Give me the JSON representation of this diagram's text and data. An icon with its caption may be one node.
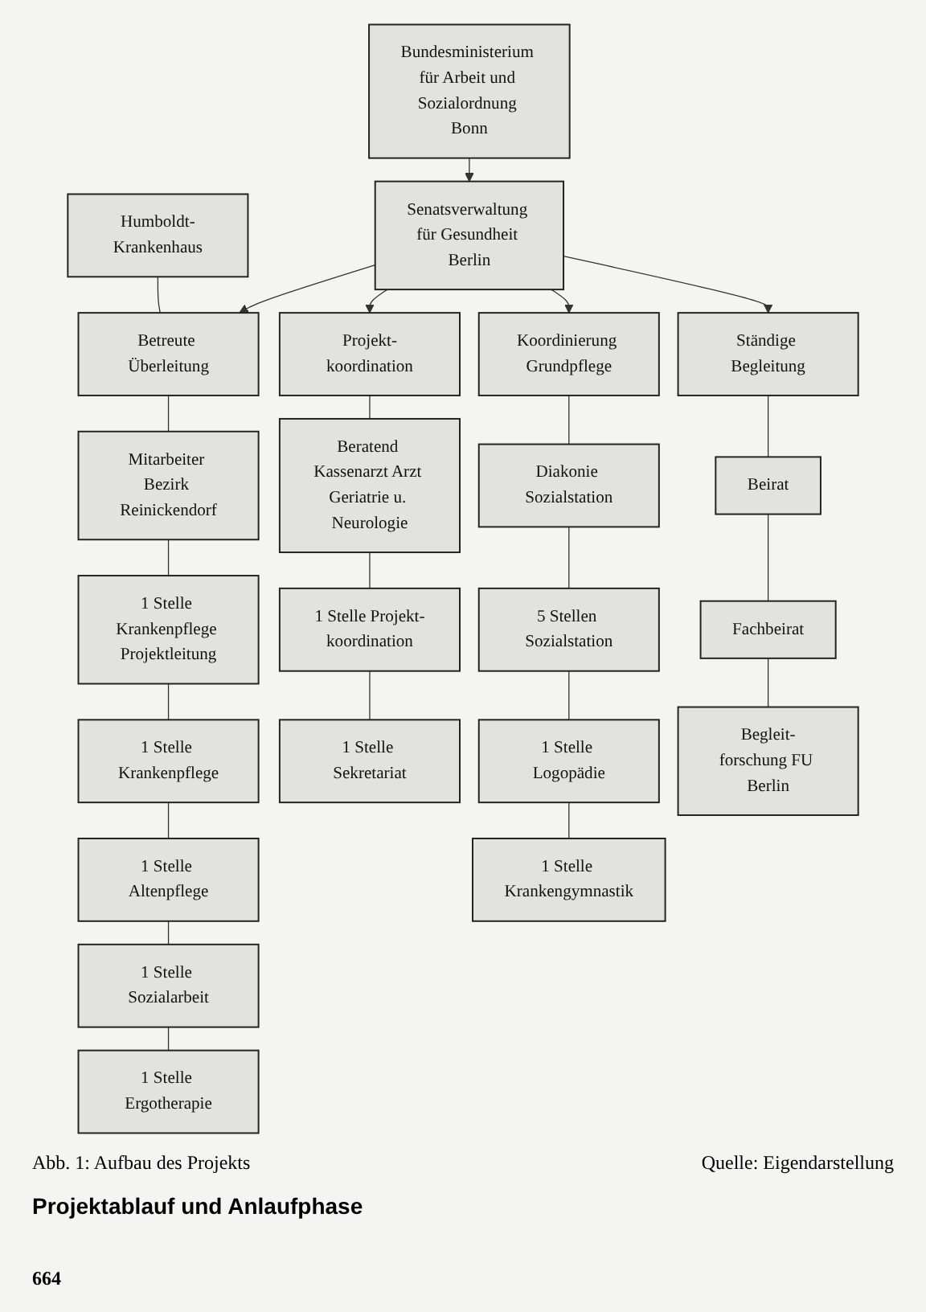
{
  "diagram": {
    "caption": "Abb. 1: Aufbau des Projekts",
    "nodes": [
      {
        "text": [
          "Bundesministerium für Arbeit und Sozialordnung Bonn"
        ]
      },
      {
        "text": [
          "Senatsverwaltung für Gesundheit Berlin"
        ]
      },
      {
        "text": [
          "Humboldt-Krankenhaus"
        ]
      },
      {
        "text": [
          "Betreute Überleitung"
        ]
      },
      {
        "text": [
          "Mitarbeiter Bezirk Reinickendorf"
        ]
      },
      {
        "text": [
          "1 Stelle Krankenpflege Projektleitung"
        ]
      },
      {
        "text": [
          "1 Stelle Krankenpflege"
        ]
      },
      {
        "text": [
          "1 Stelle Altenpflege"
        ]
      },
      {
        "text": [
          "1 Stelle Sozialarbeit"
        ]
      },
      {
        "text": [
          "1 Stelle Ergotherapie"
        ]
      },
      {
        "text": [
          "Projekt-koordination"
        ]
      },
      {
        "text": [
          "Beratend Kassenarzt Arzt Geriatrie u. Neurologie"
        ]
      },
      {
        "text": [
          "1 Stelle Projekt-koordination"
        ]
      },
      {
        "text": [
          "1 Stelle Sekretariat"
        ]
      },
      {
        "text": [
          "Koordinierung Grundpflege"
        ]
      },
      {
        "text": [
          "Diakonie Sozialstation"
        ]
      },
      {
        "text": [
          "5 Stellen Sozialstation"
        ]
      },
      {
        "text": [
          "1 Stelle Logopädie"
        ]
      },
      {
        "text": [
          "1 Stelle Krankengymnastik"
        ]
      },
      {
        "text": [
          "Ständige Begleitung"
        ]
      },
      {
        "text": [
          "Beirat"
        ]
      },
      {
        "text": [
          "Fachbeirat"
        ]
      },
      {
        "text": [
          "Begleit-forschung FU Berlin"
        ]
      }
    ],
    "edges": [
      {
        "from": 0,
        "to": 1,
        "arrow": "to"
      },
      {
        "from": 1,
        "to": 3,
        "arrow": "to"
      },
      {
        "from": 1,
        "to": 10,
        "arrow": "to"
      },
      {
        "from": 1,
        "to": 14,
        "arrow": "to"
      },
      {
        "from": 1,
        "to": 19,
        "arrow": "to"
      },
      {
        "from": 2,
        "to": 3,
        "arrow": "none"
      },
      {
        "from": 3,
        "to": 4,
        "arrow": "none"
      },
      {
        "from": 4,
        "to": 5,
        "arrow": "none"
      },
      {
        "from": 5,
        "to": 6,
        "arrow": "none"
      },
      {
        "from": 6,
        "to": 7,
        "arrow": "none"
      },
      {
        "from": 7,
        "to": 8,
        "arrow": "none"
      },
      {
        "from": 8,
        "to": 9,
        "arrow": "none"
      },
      {
        "from": 10,
        "to": 11,
        "arrow": "none"
      },
      {
        "from": 11,
        "to": 12,
        "arrow": "none"
      },
      {
        "from": 12,
        "to": 13,
        "arrow": "none"
      },
      {
        "from": 14,
        "to": 15,
        "arrow": "none"
      },
      {
        "from": 15,
        "to": 16,
        "arrow": "none"
      },
      {
        "from": 16,
        "to": 17,
        "arrow": "none"
      },
      {
        "from": 17,
        "to": 18,
        "arrow": "none"
      },
      {
        "from": 19,
        "to": 20,
        "arrow": "none"
      },
      {
        "from": 20,
        "to": 21,
        "arrow": "none"
      },
      {
        "from": 21,
        "to": 22,
        "arrow": "none"
      }
    ],
    "labels": [
      "Quelle: Eigendarstellung",
      "Projektablauf und Anlaufphase",
      "664"
    ]
  }
}
